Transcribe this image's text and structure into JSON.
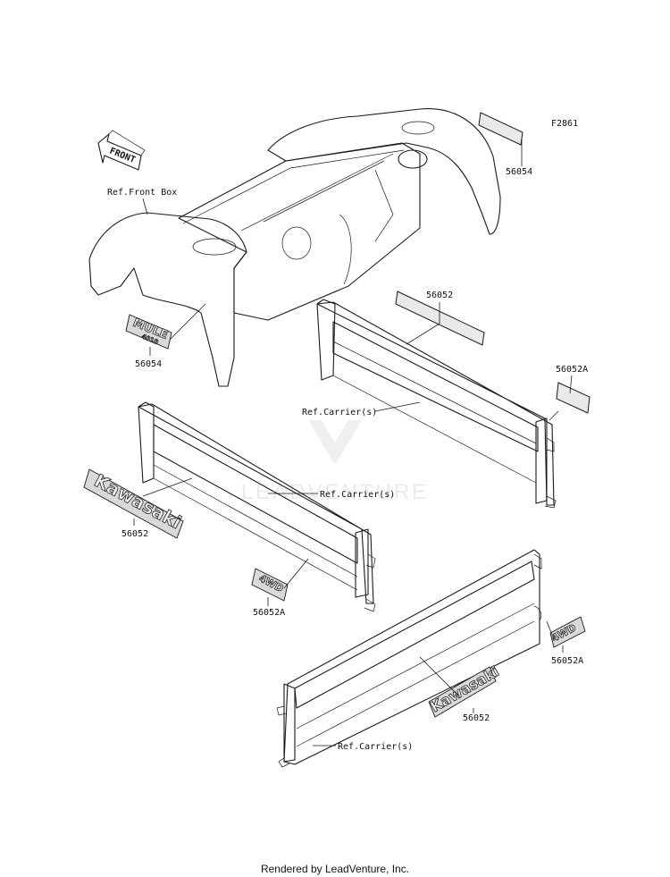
{
  "diagram_id": "F2861",
  "watermark": "LEADVENTURE",
  "footer": "Rendered by LeadVenture, Inc.",
  "front_arrow": "FRONT",
  "labels": {
    "ref_front_box": "Ref.Front Box",
    "ref_carrier_1": "Ref.Carrier(s)",
    "ref_carrier_2": "Ref.Carrier(s)",
    "ref_carrier_3": "Ref.Carrier(s)"
  },
  "part_numbers": {
    "p56054_top": "56054",
    "p56054_left": "56054",
    "p56052_top": "56052",
    "p56052A_right": "56052A",
    "p56052_left": "56052",
    "p56052A_mid": "56052A",
    "p56052A_bottom_right": "56052A",
    "p56052_bottom": "56052"
  },
  "decals": {
    "kawasaki_left": "Kawasaki",
    "kawasaki_bottom": "Kawasaki",
    "fourwd_mid": "4WD",
    "fourwd_right": "4WD",
    "mule_logo": "MULE",
    "mule_sub": "4010"
  }
}
